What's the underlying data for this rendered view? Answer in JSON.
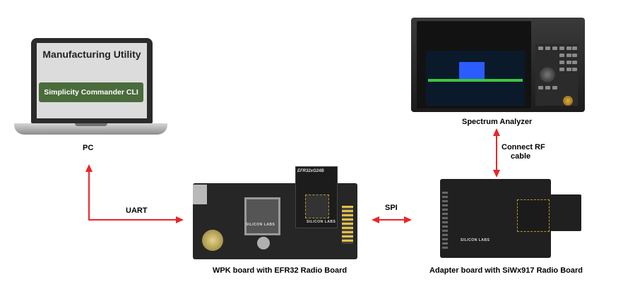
{
  "labels": {
    "util_title": "Manufacturing Utility",
    "cli_button": "Simplicity Commander CLI",
    "pc": "PC",
    "spectrum": "Spectrum Analyzer",
    "rf_line1": "Connect RF",
    "rf_line2": "cable",
    "uart": "UART",
    "spi": "SPI",
    "wpk": "WPK board with EFR32 Radio Board",
    "adapter": "Adapter board with SiWx917 Radio Board",
    "radio_board_print": "EFR32xG24B",
    "logo_print": "SILICON LABS"
  },
  "colors": {
    "arrow": "#e8262a",
    "cli_button_bg": "#4a6b3c"
  },
  "icons": [
    "laptop-icon",
    "spectrum-analyzer-icon",
    "wpk-board-icon",
    "adapter-board-icon"
  ]
}
